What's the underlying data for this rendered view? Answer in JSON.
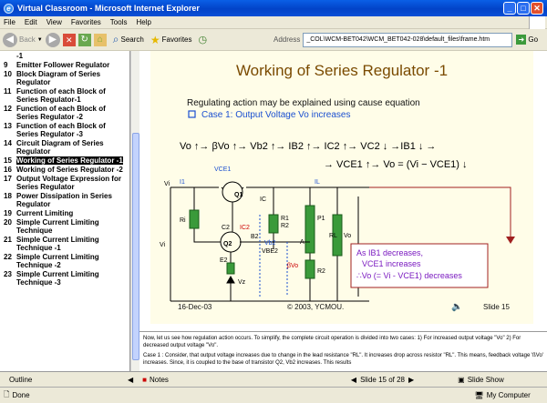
{
  "window": {
    "title": "Virtual Classroom - Microsoft Internet Explorer"
  },
  "menu": [
    "File",
    "Edit",
    "View",
    "Favorites",
    "Tools",
    "Help"
  ],
  "toolbar": {
    "back": "Back",
    "search": "Search",
    "favorites": "Favorites",
    "address_label": "Address",
    "address_value": "_COL\\WCM-BET042\\WCM_BET042-028\\default_files\\frame.htm",
    "go": "Go"
  },
  "outline": {
    "items": [
      {
        "num": "",
        "text": "-1"
      },
      {
        "num": "9",
        "text": "Emitter Follower Regulator"
      },
      {
        "num": "10",
        "text": "Block Diagram of Series Regulator"
      },
      {
        "num": "11",
        "text": "Function of each Block of Series Regulator-1"
      },
      {
        "num": "12",
        "text": "Function of each Block of Series Regulator -2"
      },
      {
        "num": "13",
        "text": "Function of each Block of Series Regulator -3"
      },
      {
        "num": "14",
        "text": "Circuit Diagram of Series Regulator"
      },
      {
        "num": "15",
        "text": "Working of Series Regulator -1",
        "selected": true
      },
      {
        "num": "16",
        "text": "Working of Series Regulator -2"
      },
      {
        "num": "17",
        "text": "Output Voltage Expression for Series Regulator"
      },
      {
        "num": "18",
        "text": "Power Dissipation in Series Regulator"
      },
      {
        "num": "19",
        "text": "Current Limiting"
      },
      {
        "num": "20",
        "text": "Simple Current Limiting Technique"
      },
      {
        "num": "21",
        "text": "Simple Current Limiting Technique -1"
      },
      {
        "num": "22",
        "text": "Simple Current Limiting Technique -2"
      },
      {
        "num": "23",
        "text": "Simple Current Limiting Technique -3"
      }
    ]
  },
  "slide": {
    "title": "Working of Series Regulator -1",
    "intro": "Regulating action may be explained using cause equation",
    "bullet": "Case 1: Output Voltage Vo increases",
    "eq1": "Vo ↑→  βVo ↑→ Vb2 ↑→  IB2 ↑→ IC2 ↑→ VC2 ↓ →IB1 ↓ →",
    "eq2": "→ VCE1 ↑→ Vo = (Vi − VCE1) ↓",
    "callout": [
      "As IB1  decreases,",
      "VCE1 increases",
      "∴Vo (= Vi - VCE1) decreases"
    ],
    "date": "16-Dec-03",
    "copyright": "© 2003, YCMOU.",
    "slide_no": "Slide 15",
    "circuit": {
      "vce1": "VCE1",
      "vi_top": "Vi",
      "i1": "I1",
      "q1": "Q1",
      "il": "IL",
      "ic": "IC",
      "ri": "Ri",
      "r1": "R1",
      "r2": "R2",
      "p1": "P1",
      "ic2": "IC2",
      "c2": "C2",
      "b2": "B2",
      "vb2": "Vb2",
      "q2": "Q2",
      "a": "A",
      "rl": "RL",
      "vo": "Vo",
      "vi": "Vi",
      "e2": "E2",
      "vbe2": "VBE2",
      "bvo": "βVo",
      "vz": "Vz"
    }
  },
  "notes": {
    "lines": [
      "Now, let us see how regulation action occurs. To simplify, the complete circuit operation is divided into two cases: 1) For increased output voltage \"Vo\" 2) For decreased output voltage \"Vo\".",
      "Case 1 : Consider, that output voltage increases due to change in the lead resistance \"RL\". It increases drop across resistor \"RL\". This means, feedback voltage 'ßVo' increases. Since, it is coupled to the base of transistor Q2, Vb2 increases. This results"
    ]
  },
  "bottom": {
    "outline": "Outline",
    "notes": "Notes",
    "slide_of": "Slide 15 of 28",
    "slideshow": "Slide Show"
  },
  "status": {
    "left": "Done",
    "zone": "My Computer"
  }
}
